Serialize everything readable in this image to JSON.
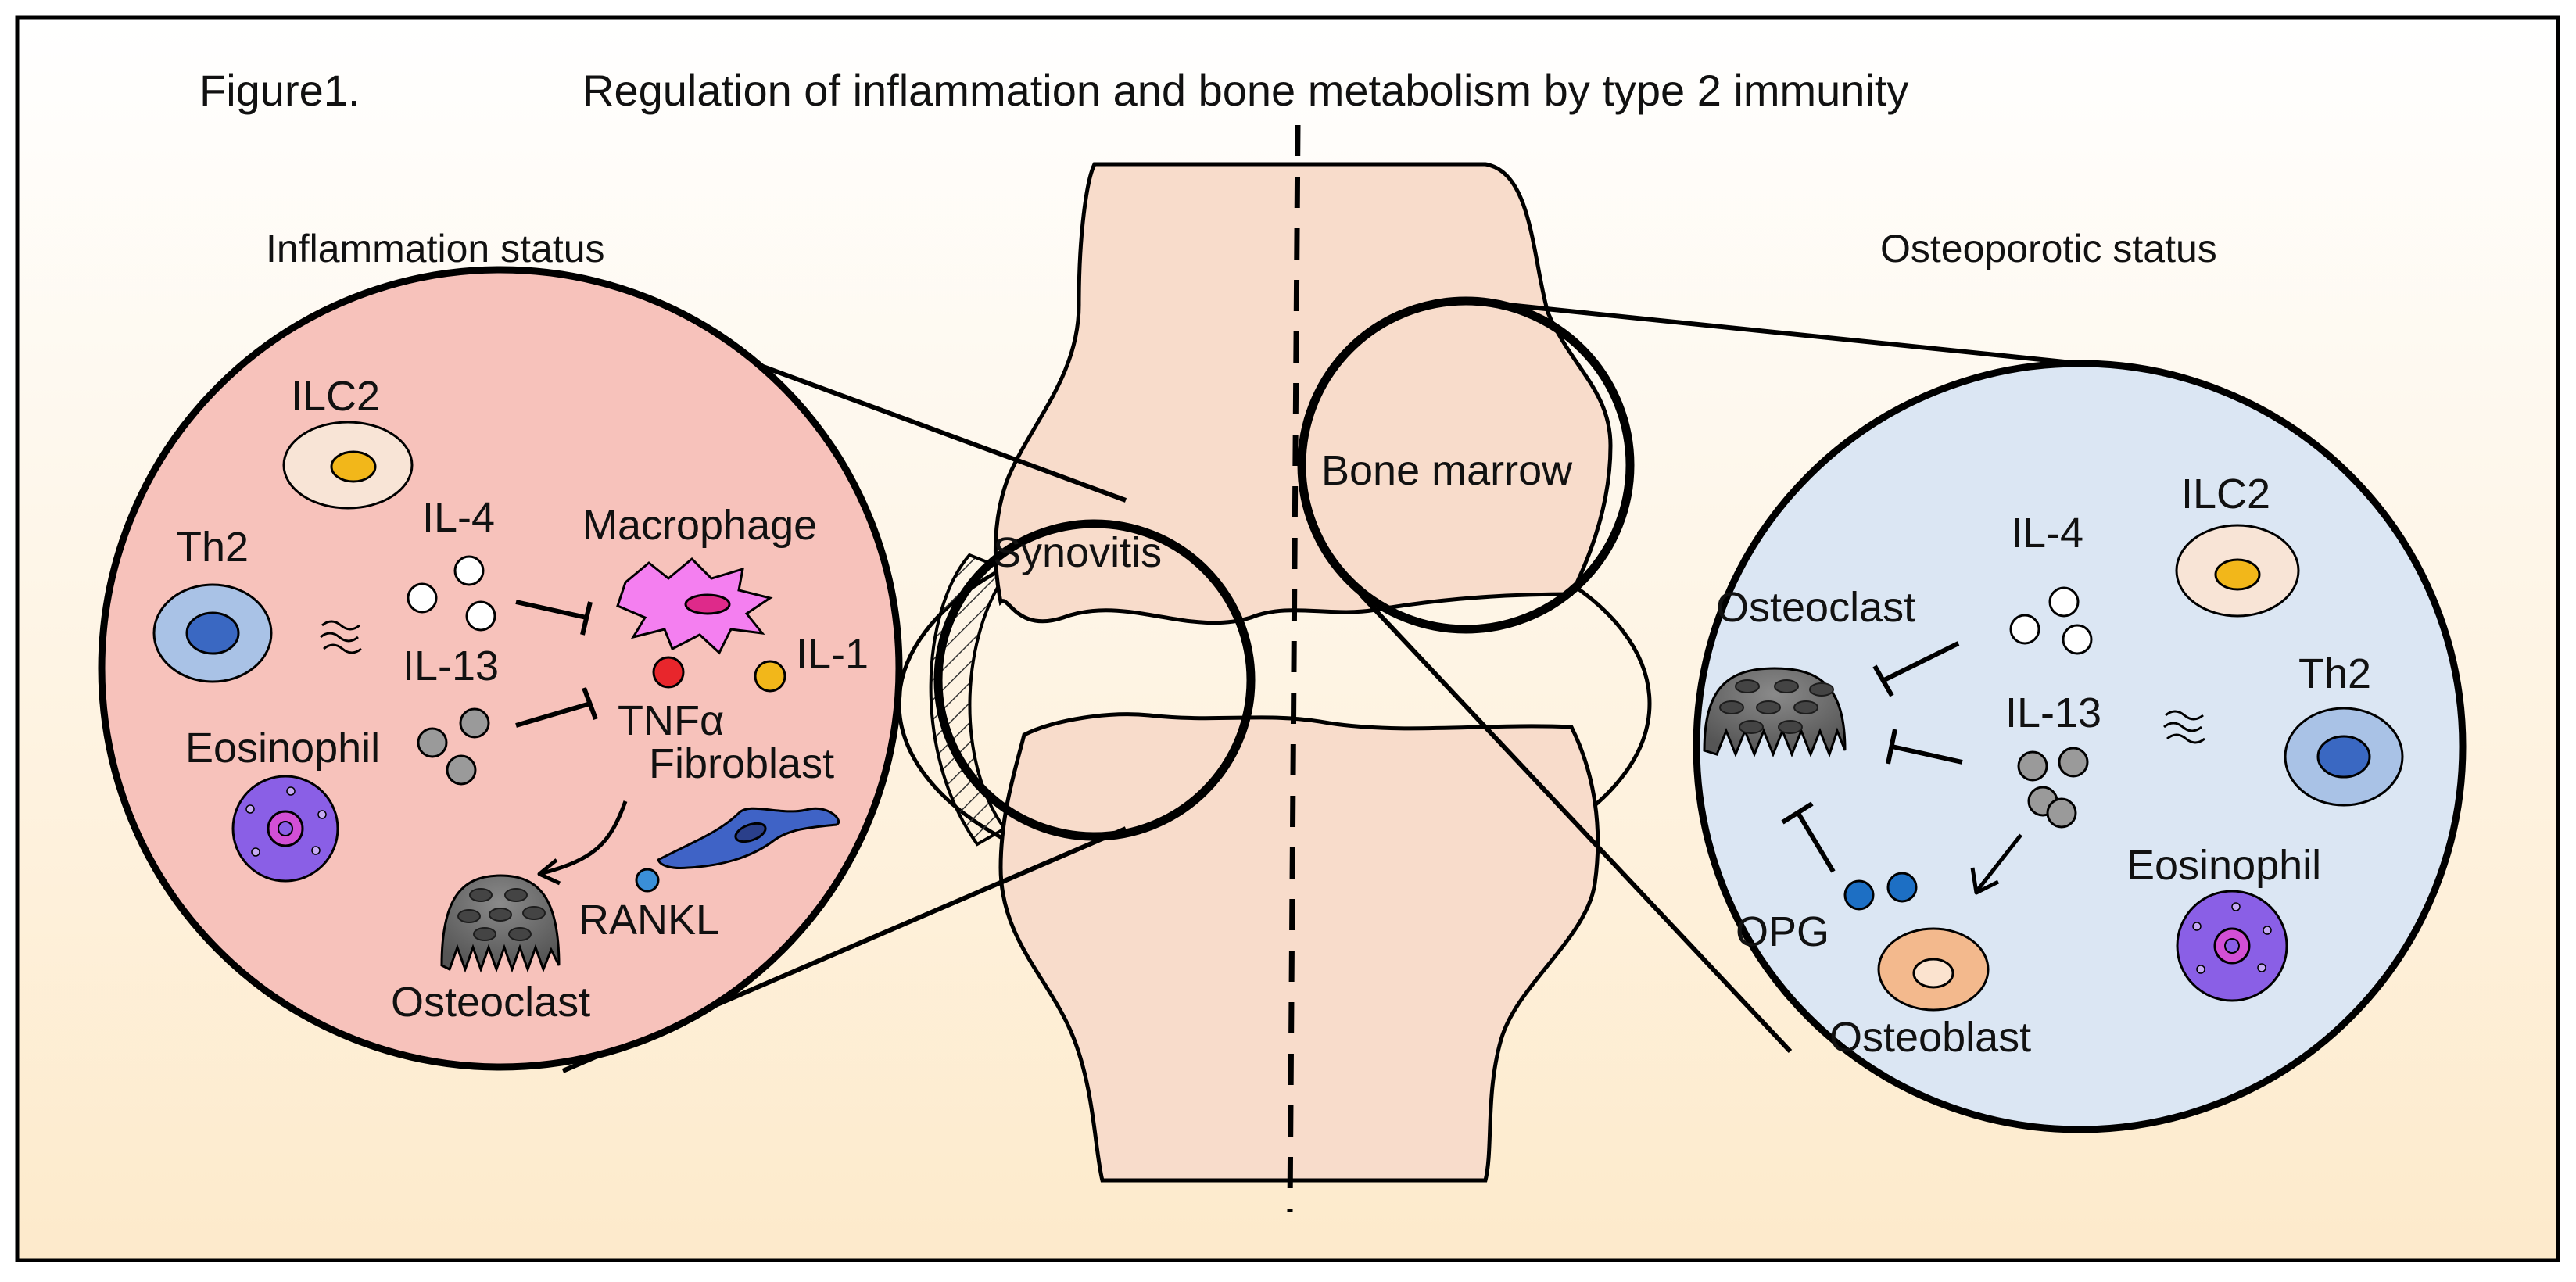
{
  "figure": {
    "label": "Figure1.",
    "title": "Regulation of inflammation and bone metabolism by type 2 immunity"
  },
  "left_panel": {
    "heading": "Inflammation status",
    "labels": {
      "ilc2": "ILC2",
      "il4": "IL-4",
      "macrophage": "Macrophage",
      "th2": "Th2",
      "il13": "IL-13",
      "il1": "IL-1",
      "tnf": "TNFα",
      "eosinophil": "Eosinophil",
      "fibroblast": "Fibroblast",
      "rankl": "RANKL",
      "osteoclast": "Osteoclast"
    }
  },
  "center": {
    "synovitis": "Synovitis",
    "bone_marrow": "Bone marrow"
  },
  "right_panel": {
    "heading": "Osteoporotic status",
    "labels": {
      "il4": "IL-4",
      "ilc2": "ILC2",
      "osteoclast": "Osteoclast",
      "il13": "IL-13",
      "th2": "Th2",
      "eosinophil": "Eosinophil",
      "opg": "OPG",
      "osteoblast": "Osteoblast"
    }
  },
  "colors": {
    "background_top": "#ffffff",
    "background_bottom": "#fdefd0",
    "left_circle": "#f7c2bb",
    "right_circle": "#dbe6f3",
    "bone": "#f8dccb",
    "ilc2_cell": "#f8e4d6",
    "ilc2_nucleus": "#f2b71a",
    "th2_cell": "#a9c2e6",
    "th2_nucleus": "#3a68c2",
    "eosinophil_cell": "#8a5fe6",
    "eosinophil_nucleus": "#d24fd6",
    "macrophage": "#f47ff0",
    "macrophage_nucleus": "#de2a8a",
    "tnf_dot": "#e8262c",
    "il1_dot": "#f2b71a",
    "fibroblast": "#3f63c6",
    "rankl_dot": "#3a8fd8",
    "opg_dot": "#1d6fc4",
    "osteoclast": "#6a6a6a",
    "osteoblast": "#f3b98d"
  },
  "icons": [
    "ilc2-cell-icon",
    "th2-cell-icon",
    "eosinophil-icon",
    "macrophage-icon",
    "fibroblast-icon",
    "osteoclast-icon",
    "osteoblast-icon",
    "cytokine-dot-icon",
    "inhibition-arrow-icon",
    "activation-arrow-icon",
    "wavy-lines-icon"
  ]
}
